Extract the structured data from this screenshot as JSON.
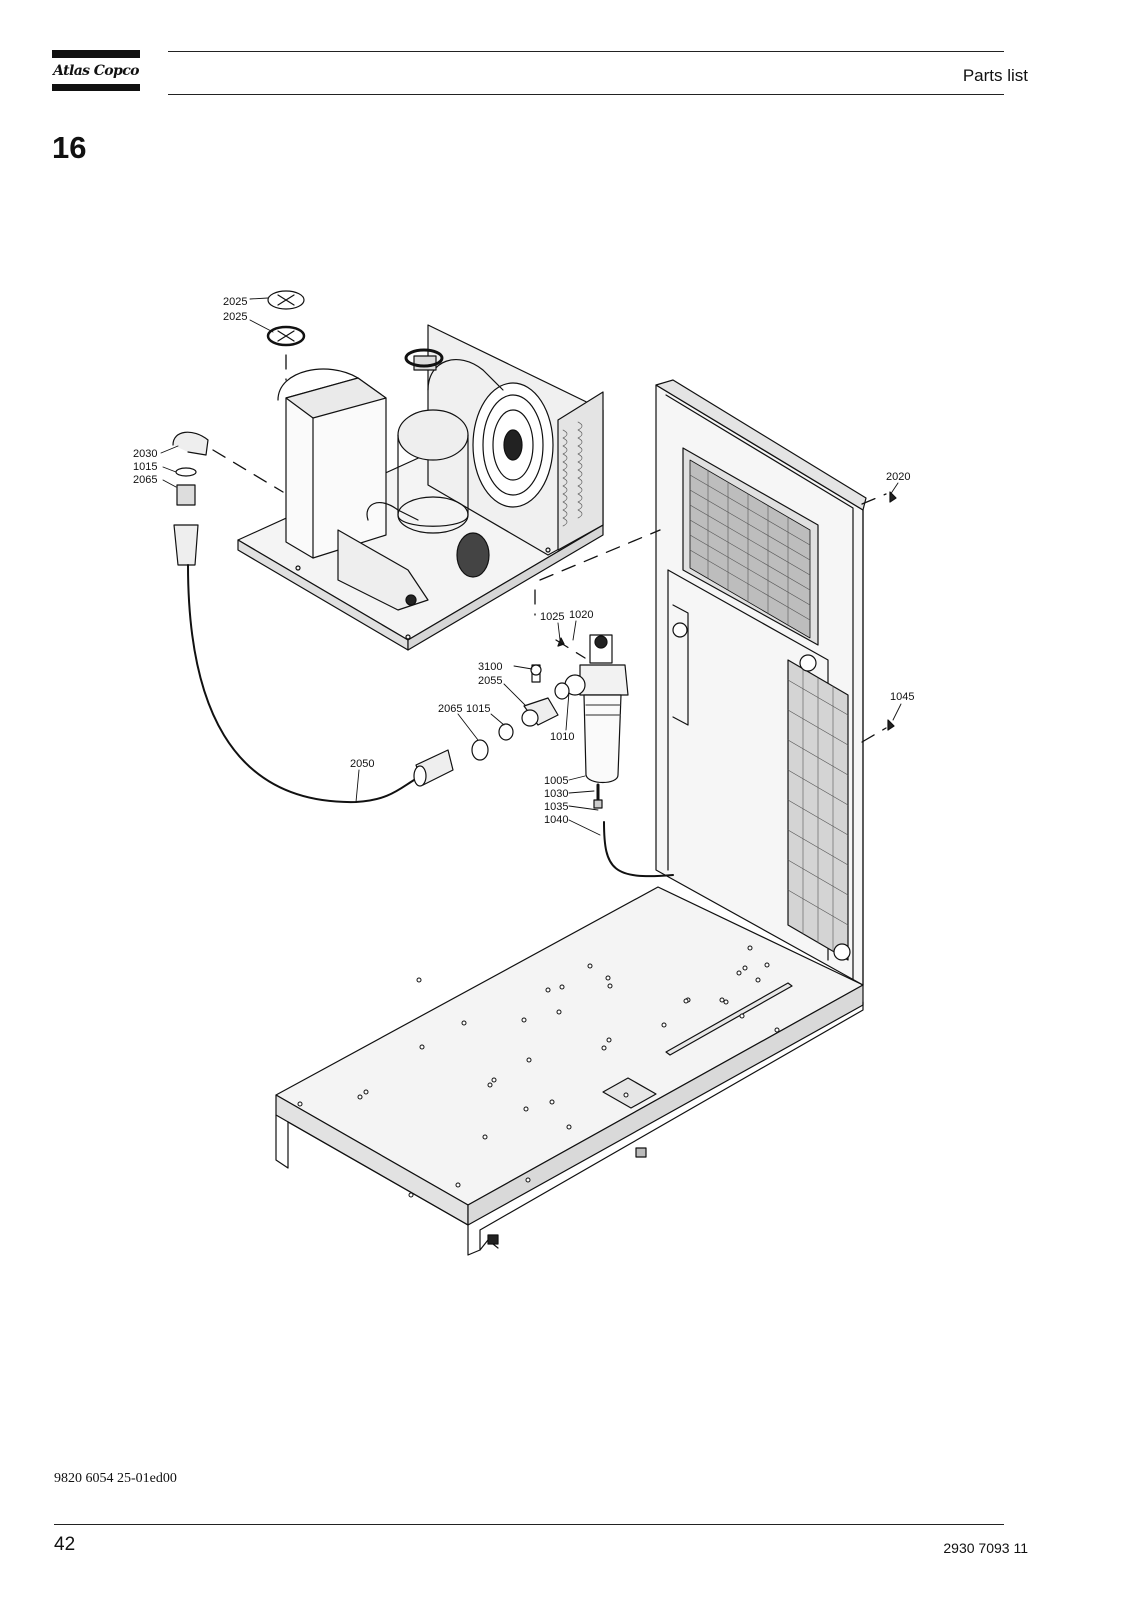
{
  "header": {
    "brand": "Atlas Copco",
    "title": "Parts list"
  },
  "section": {
    "number": "16"
  },
  "drawing": {
    "callouts": {
      "c2025a": "2025",
      "c2025b": "2025",
      "c2030": "2030",
      "c1015a": "1015",
      "c2065a": "2065",
      "c2020": "2020",
      "c1025": "1025",
      "c1020": "1020",
      "c3100": "3100",
      "c2055": "2055",
      "c2065b": "2065",
      "c1015b": "1015",
      "c1010": "1010",
      "c1045": "1045",
      "c2050": "2050",
      "c1005": "1005",
      "c1030": "1030",
      "c1035": "1035",
      "c1040": "1040"
    }
  },
  "footer": {
    "doc_ref": "9820 6054 25-01ed00",
    "page_number": "42",
    "doc_code": "2930 7093 11"
  },
  "colors": {
    "ink": "#111111",
    "panel_fill": "#f4f4f4",
    "shade": "#d0d0d0"
  }
}
